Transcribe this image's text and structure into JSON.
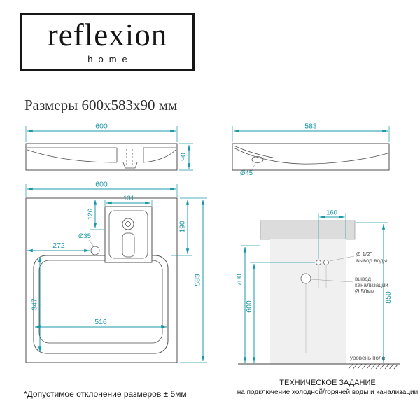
{
  "logo": {
    "brand": "reflexion",
    "tagline": "home"
  },
  "page_title": "Размеры 600х583х90 мм",
  "colors": {
    "dimension": "#1b98a6",
    "outline": "#4f4f4f"
  },
  "front_view": {
    "width": "600",
    "height": "90"
  },
  "side_view": {
    "depth": "583",
    "drain": "Ø45"
  },
  "top_view": {
    "width": "600",
    "faucet_width": "131",
    "faucet_offset": "126",
    "hole": "Ø35",
    "hole_offset": "272",
    "rim_depth": "190",
    "depth": "583",
    "basin_depth": "347",
    "basin_width": "516"
  },
  "install_view": {
    "outlet_spacing": "160",
    "drain_height": "700",
    "outlet_height": "600",
    "rim_height": "850",
    "water_line1": "Ø 1/2\"",
    "water_line2": "вывод воды",
    "drain_line1": "вывод",
    "drain_line2": "канализации",
    "drain_line3": "Ø 50мм",
    "floor_label": "уровень пола"
  },
  "footnote": "*Допустимое отклонение размеров ± 5мм",
  "tech_note": {
    "title": "ТЕХНИЧЕСКОЕ ЗАДАНИЕ",
    "subtitle": "на подключение холодной/горячей воды и канализации"
  }
}
